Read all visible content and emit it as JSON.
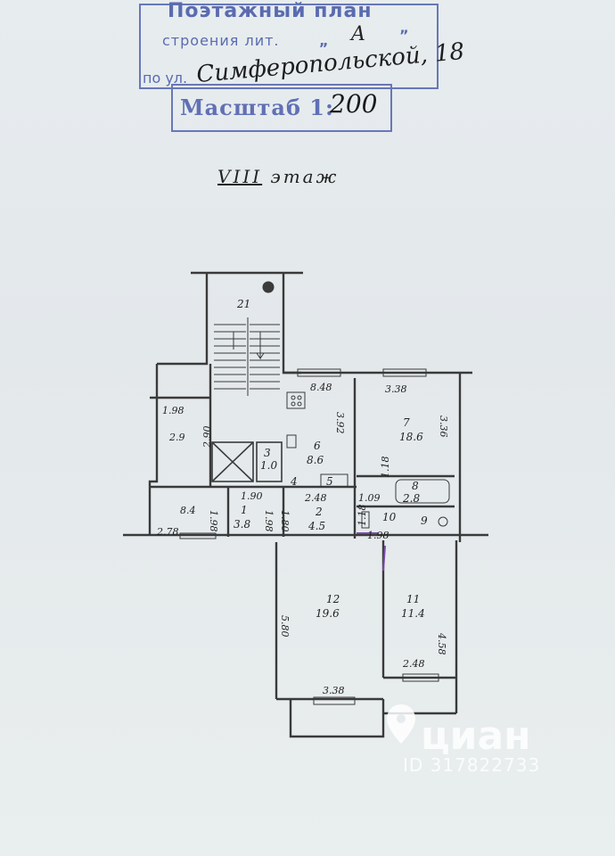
{
  "stamp": {
    "title": "Поэтажный   план",
    "line2": "строения  лит.",
    "quote_open": "„",
    "quote_close": "”",
    "litera": "A",
    "street_prefix": "по ул.",
    "street_handwritten": "Симферопольской, 18",
    "scale_printed": "Масштаб 1:",
    "scale_handwritten": "200",
    "stamp_color": "#6878b6"
  },
  "floor_label": {
    "roman": "VIII",
    "word": "этаж"
  },
  "rooms": [
    {
      "id": "1",
      "area": "3.8"
    },
    {
      "id": "2",
      "area": "4.5"
    },
    {
      "id": "3",
      "area": "1.0"
    },
    {
      "id": "6",
      "area": "8.6"
    },
    {
      "id": "7",
      "area": "18.6"
    },
    {
      "id": "8",
      "area": "2.8"
    },
    {
      "id": "10",
      "area": ""
    },
    {
      "id": "9",
      "area": ""
    },
    {
      "id": "11",
      "area": "11.4"
    },
    {
      "id": "12",
      "area": "19.6"
    },
    {
      "id": "21",
      "area": ""
    },
    {
      "id": "5",
      "area": ""
    },
    {
      "id": "4",
      "area": ""
    }
  ],
  "dimensions": {
    "d_198_top_left": "1.98",
    "d_290": "2.90",
    "d_848": "8.48",
    "d_338_top": "3.38",
    "d_336": "3.36",
    "d_392": "3.92",
    "d_190": "1.90",
    "d_248_mid": "2.48",
    "d_109": "1.09",
    "d_118": "1.18",
    "d_198_a": "1.98",
    "d_198_b": "1.98",
    "d_180": "1.80",
    "d_118_b": "1.18",
    "d_198_c": "1.98",
    "d_278": "2.78",
    "d_84": "8.4",
    "d_580": "5.80",
    "d_458": "4.58",
    "d_248_bottom": "2.48",
    "d_338_bottom": "3.38",
    "d_29": "2.9"
  },
  "watermark": {
    "brand": "циан",
    "id_text": "ID 317822733"
  },
  "colors": {
    "ink": "#3a3a3a",
    "paper": "#e6ebee",
    "violet_ink": "#7a4aa8"
  }
}
